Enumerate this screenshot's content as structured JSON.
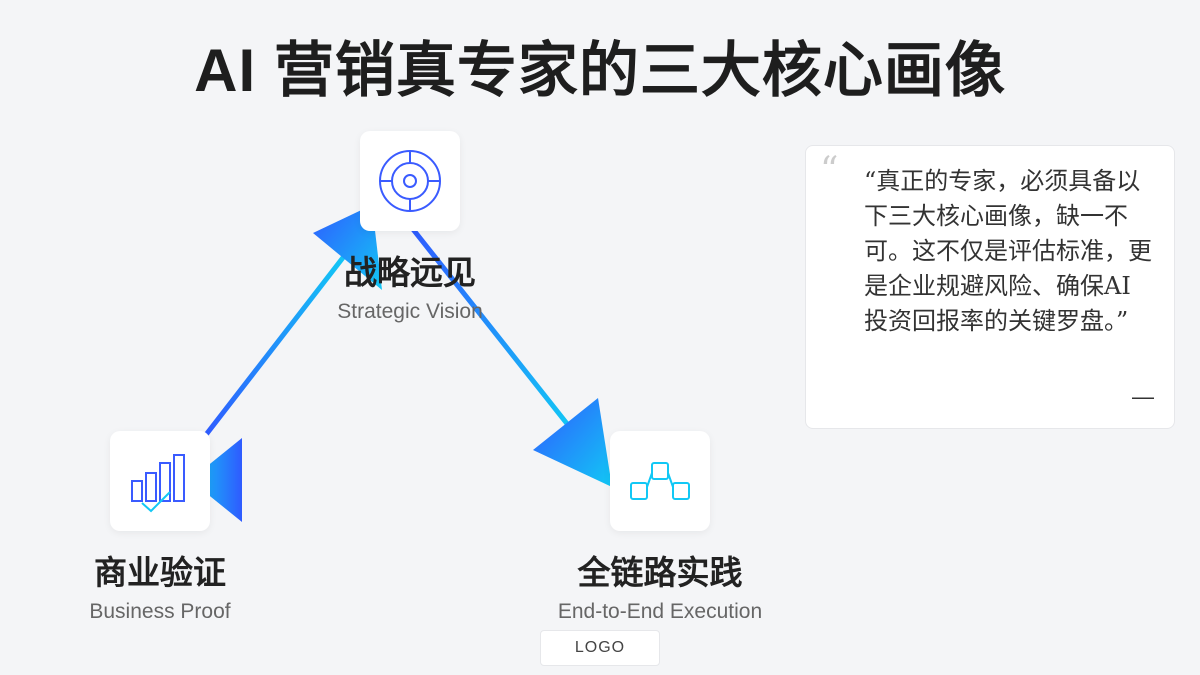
{
  "title": "AI 营销真专家的三大核心画像",
  "colors": {
    "blue": "#2f5bff",
    "cyan": "#12c8f5",
    "background": "#f4f5f7"
  },
  "nodes": [
    {
      "icon": "target-icon",
      "title_zh": "战略远见",
      "title_en": "Strategic Vision"
    },
    {
      "icon": "bar-chart-check-icon",
      "title_zh": "商业验证",
      "title_en": "Business Proof"
    },
    {
      "icon": "workflow-nodes-icon",
      "title_zh": "全链路实践",
      "title_en": "End-to-End Execution"
    }
  ],
  "quote": {
    "text": "“真正的专家，必须具备以下三大核心画像，缺一不可。这不仅是评估标准，更是企业规避风险、确保AI投资回报率的关键罗盘。”",
    "mark": "“",
    "attribution": "—"
  },
  "logo": "LOGO"
}
